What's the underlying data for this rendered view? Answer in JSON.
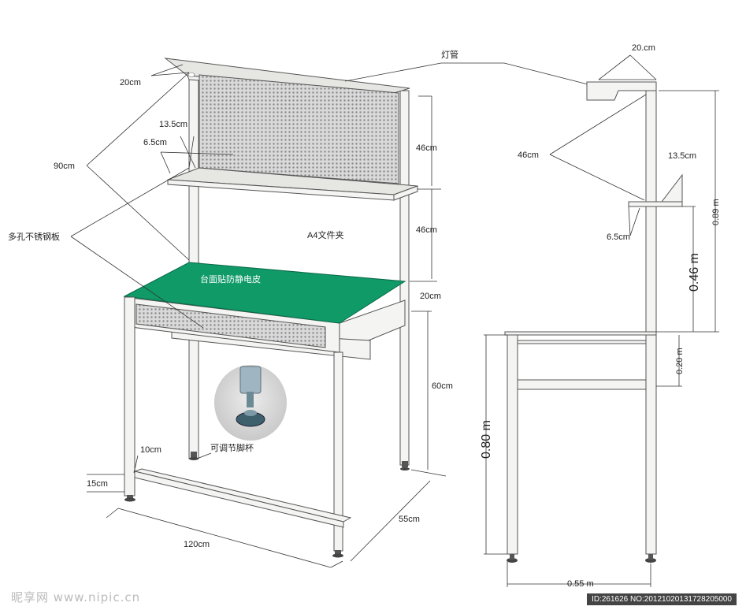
{
  "labels": {
    "lamp_tube": "灯管",
    "top_20_left": "20cm",
    "d_13_5_left": "13.5cm",
    "d_6_5_left": "6.5cm",
    "d_90": "90cm",
    "perforated_plate": "多孔不锈钢板",
    "a4_folder": "A4文件夹",
    "d_46_a": "46cm",
    "d_46_b": "46cm",
    "anti_static": "台面贴防静电皮",
    "d_20_right": "20cm",
    "d_60": "60cm",
    "adjustable_foot": "可调节脚杯",
    "d_10": "10cm",
    "d_15": "15cm",
    "d_55": "55cm",
    "d_120": "120cm",
    "side_top_20": "20.cm",
    "side_46": "46cm",
    "side_13_5": "13.5cm",
    "side_6_5": "6.5cm",
    "side_0_89": "0.89 m",
    "side_0_46": "0.46 m",
    "side_0_20": "0.20 m",
    "side_0_80": "0.80 m",
    "side_0_55": "0.55 m"
  },
  "watermark": {
    "left": "昵享网 www.nipic.cn",
    "right": "ID:261626 NO:20121020131728205000"
  },
  "colors": {
    "tabletop_green": "#0f9a68",
    "frame": "#f4f4f2",
    "mesh": "#c8c8c8"
  }
}
